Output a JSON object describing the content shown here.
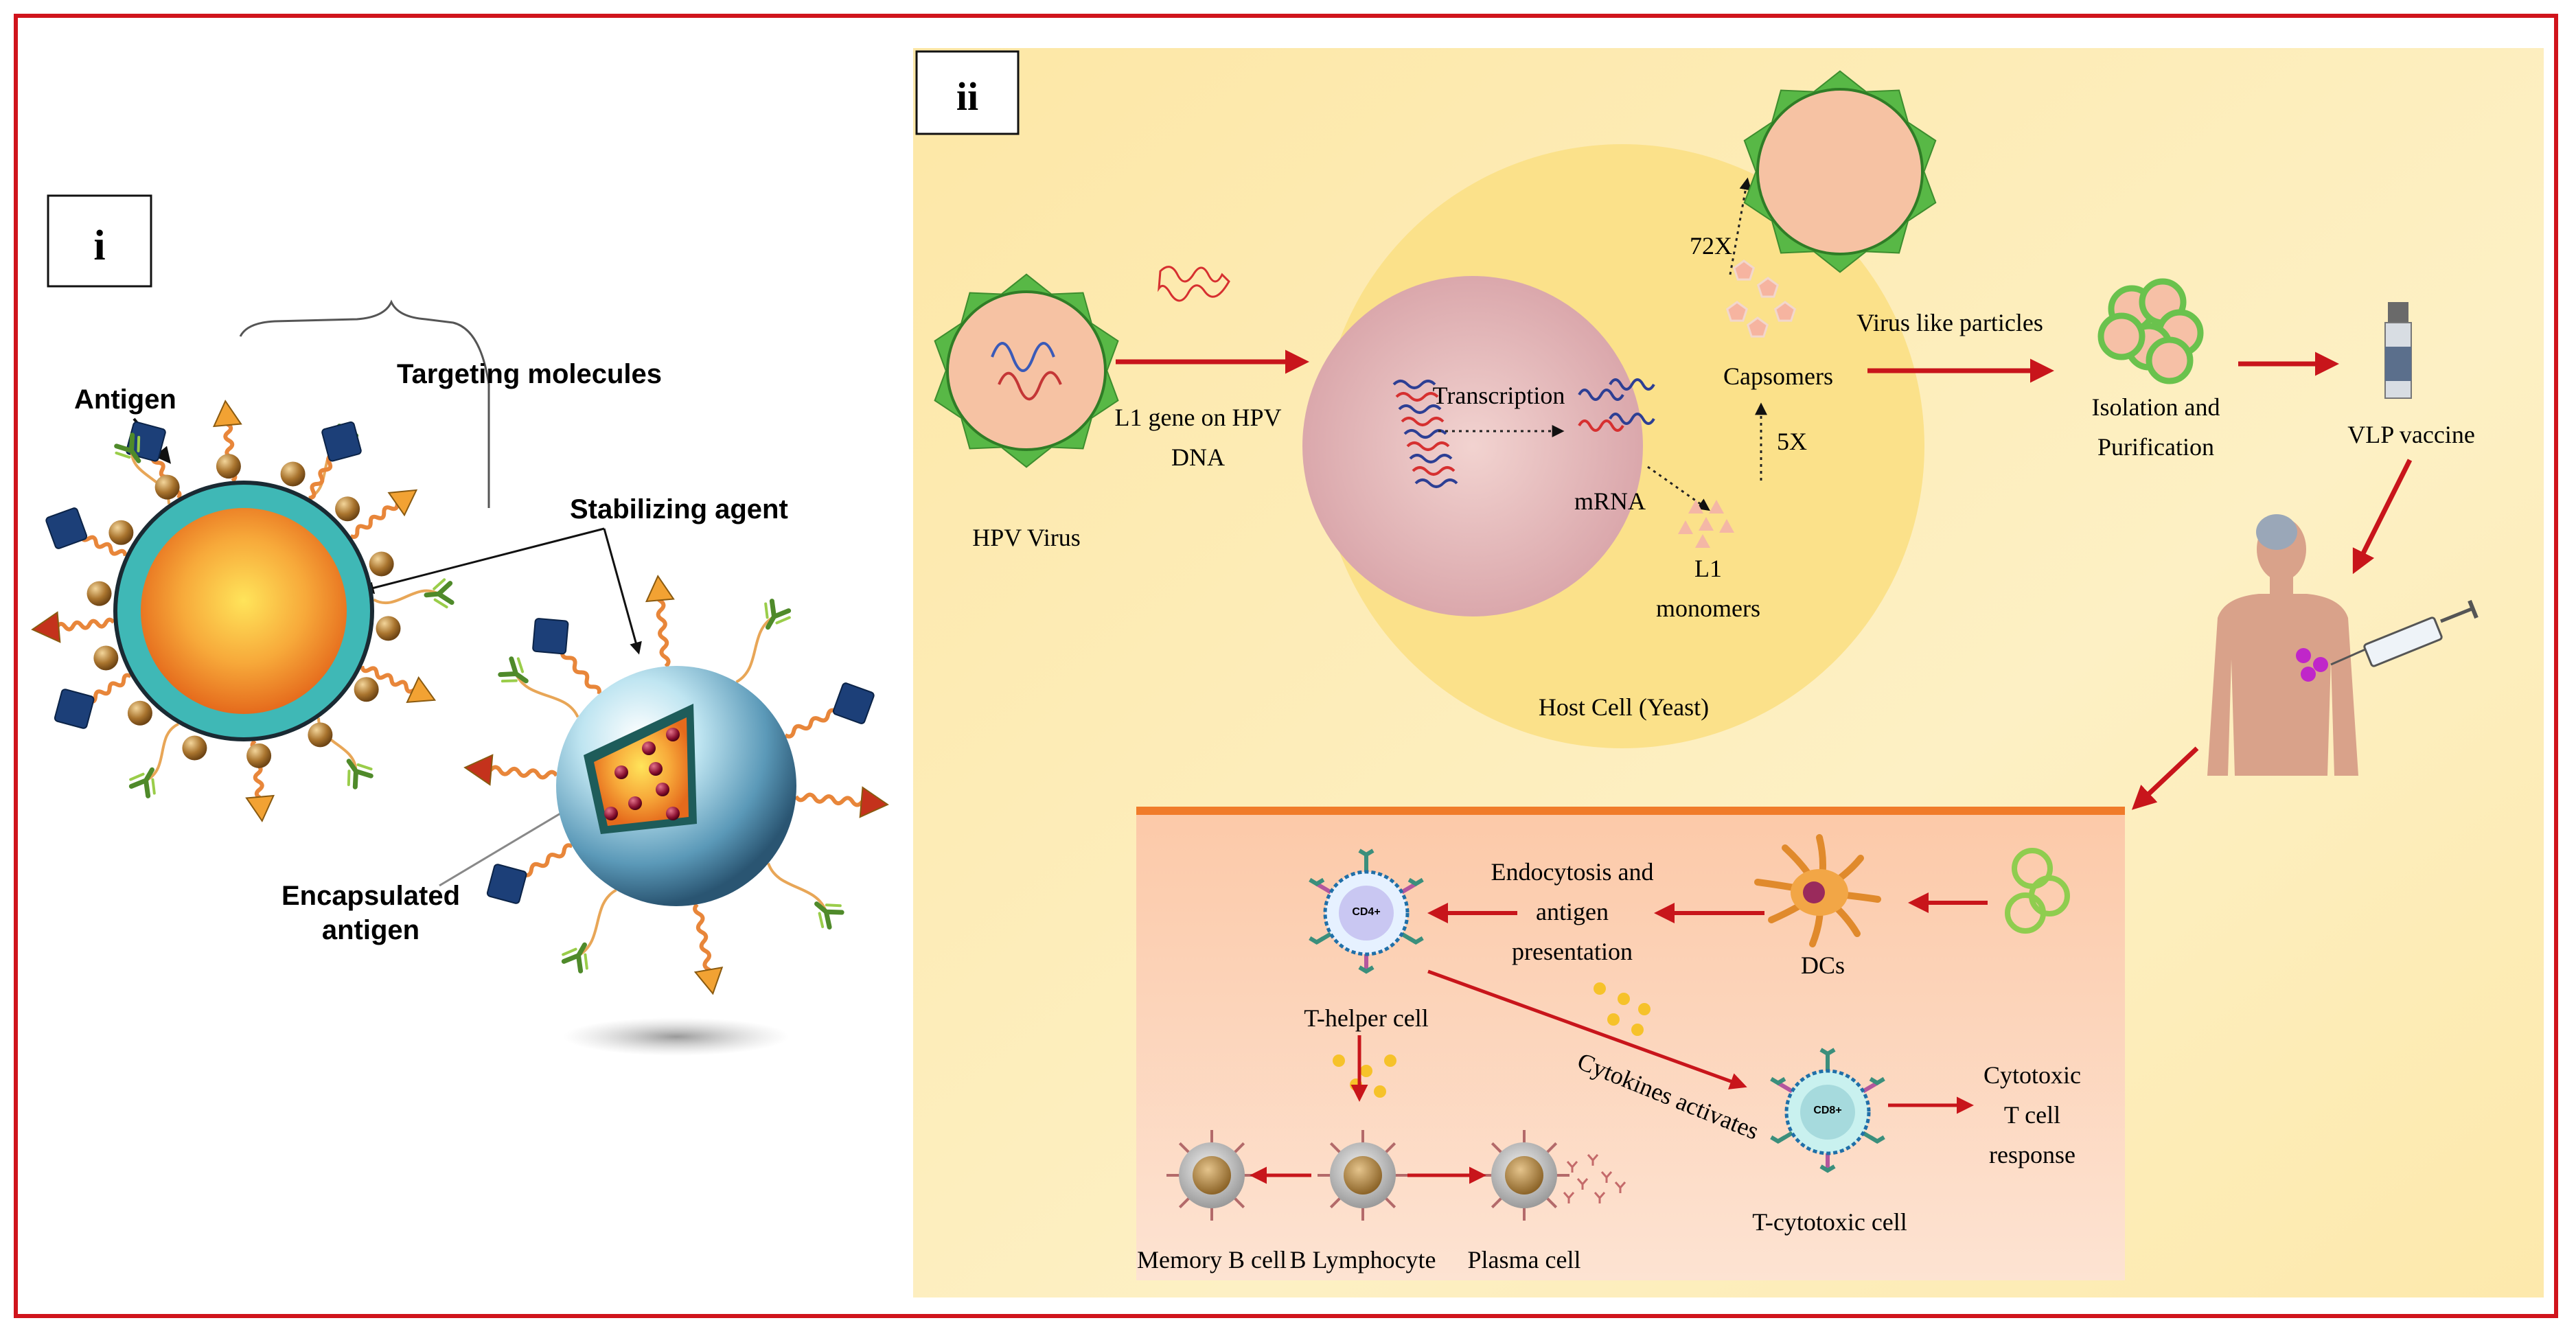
{
  "panel_i": {
    "label": "i",
    "targeting_molecules": "Targeting molecules",
    "antigen": "Antigen",
    "stabilizing_agent": "Stabilizing agent",
    "encapsulated_antigen_line1": "Encapsulated",
    "encapsulated_antigen_line2": "antigen"
  },
  "panel_ii": {
    "label": "ii",
    "hpv_virus": "HPV Virus",
    "l1_gene_line1": "L1 gene on HPV",
    "l1_gene_line2": "DNA",
    "transcription": "Transcription",
    "mrna": "mRNA",
    "l1_monomers_line1": "L1",
    "l1_monomers_line2": "monomers",
    "five_x": "5X",
    "capsomers": "Capsomers",
    "seventy_two_x": "72X",
    "host_cell": "Host Cell (Yeast)",
    "virus_like_particles": "Virus like particles",
    "isolation_line1": "Isolation and",
    "isolation_line2": "Purification",
    "vlp_vaccine": "VLP vaccine",
    "endocytosis_line1": "Endocytosis and",
    "endocytosis_line2": "antigen",
    "endocytosis_line3": "presentation",
    "dcs": "DCs",
    "t_helper": "T-helper cell",
    "cd4": "CD4+",
    "cytokines": "Cytokines activates",
    "cd8": "CD8+",
    "t_cytotoxic": "T-cytotoxic cell",
    "cytotoxic_line1": "Cytotoxic",
    "cytotoxic_line2": "T cell",
    "cytotoxic_line3": "response",
    "memory_b": "Memory B cell",
    "b_lymphocyte": "B Lymphocyte",
    "plasma_cell": "Plasma cell"
  },
  "colors": {
    "frame": "#d0141c",
    "arrow_red": "#c8151b",
    "panel_ii_bg": "#fdebb0",
    "host_cell": "#fbe38d",
    "nucleus": "#e2b3b3",
    "virus_shell": "#58b846",
    "virus_core": "#f6c2a3",
    "immune_bg": "#fbd2b8",
    "core_orange": "#f09a2a",
    "shell_teal": "#3fb8b6"
  }
}
